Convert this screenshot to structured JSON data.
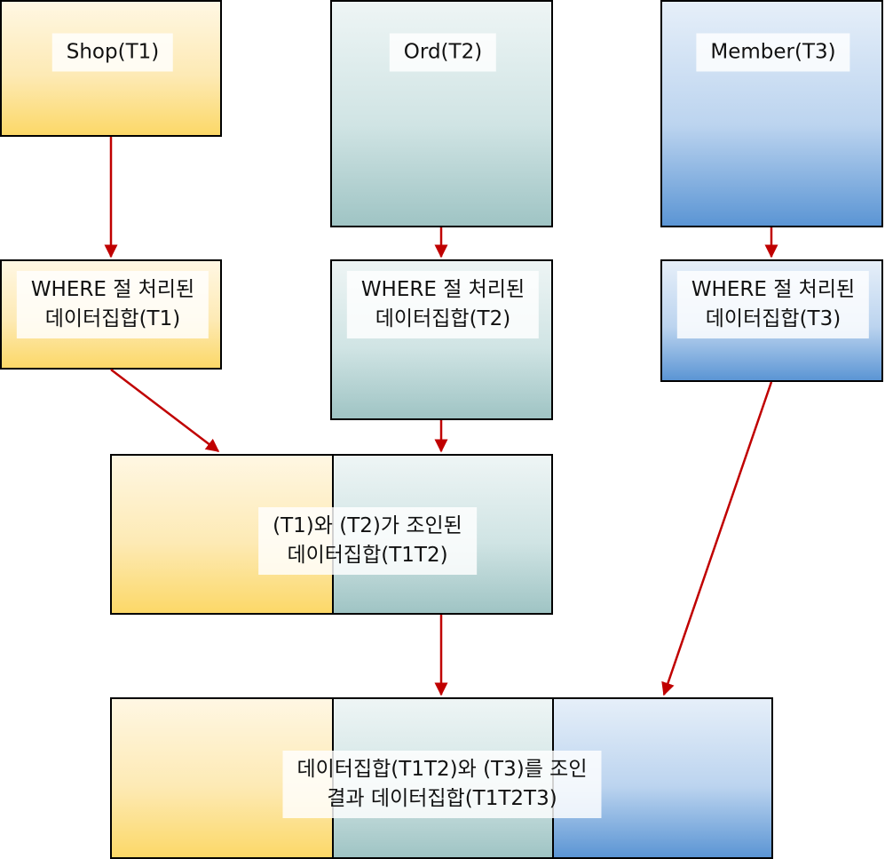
{
  "tables": [
    {
      "id": "t1",
      "label": "Shop(T1)"
    },
    {
      "id": "t2",
      "label": "Ord(T2)"
    },
    {
      "id": "t3",
      "label": "Member(T3)"
    }
  ],
  "where_sets": [
    {
      "id": "w1",
      "line1": "WHERE 절 처리된",
      "line2": "데이터집합(T1)"
    },
    {
      "id": "w2",
      "line1": "WHERE 절 처리된",
      "line2": "데이터집합(T2)"
    },
    {
      "id": "w3",
      "line1": "WHERE 절 처리된",
      "line2": "데이터집합(T3)"
    }
  ],
  "join12": {
    "line1": "(T1)와 (T2)가 조인된",
    "line2": "데이터집합(T1T2)"
  },
  "join123": {
    "line1": "데이터집합(T1T2)와 (T3)를 조인",
    "line2": "결과 데이터집합(T1T2T3)"
  },
  "colors": {
    "arrow": "#c00000",
    "yellow": "#fcd868",
    "teal": "#9fc4c4",
    "blue": "#5b95d4"
  }
}
